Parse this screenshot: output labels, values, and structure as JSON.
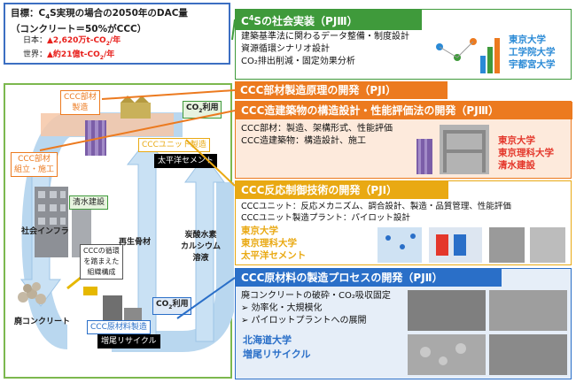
{
  "goal": {
    "line1": "目標：C",
    "line1_sub": "4",
    "line1_rest": "S実現の場合の2050年のDAC量",
    "line2": "（コンクリート＝50%がCCC）",
    "japan_label": "日本：",
    "japan_value": "▲2,620万t-CO",
    "japan_sub": "2",
    "japan_unit": "/年",
    "world_label": "世界：",
    "world_value": "▲約21億t-CO",
    "world_sub": "2",
    "world_unit": "/年"
  },
  "cycle": {
    "ccc_member": "CCC部材\n製造",
    "ccc_assembly": "CCC部材\n組立・施工",
    "co2_use_top": "CO",
    "co2_use_top_sub": "2",
    "co2_use_top_rest": "利用",
    "ccc_unit": "CCCユニット製造",
    "taiheiyo": "太平洋セメント",
    "shimizu": "清水建設",
    "infra": "社会インフラ",
    "recycle_note": "CCCの循環\nを踏まえた\n組織構成",
    "recycled_aggregate": "再生骨材",
    "bicarb": "炭酸水素\nカルシウム\n溶液",
    "waste": "廃コンクリート",
    "co2_use_bottom": "CO",
    "co2_use_bottom_sub": "2",
    "co2_use_bottom_rest": "利用",
    "raw_material": "CCC原材料製造",
    "masuo": "増尾リサイクル"
  },
  "panels": [
    {
      "title": "C",
      "title_sup": "4",
      "title_rest": "Sの社会実装（PJⅢ）",
      "lines": [
        "建築基準法に関わるデータ整備・制度設計",
        "資源循環シナリオ設計",
        "CO₂排出削減・固定効果分析"
      ],
      "unis": [
        "東京大学",
        "工学院大学",
        "宇都宮大学"
      ],
      "color": "#3f9a3b",
      "uni_color": "#2a8ad6"
    },
    {
      "title": "CCC部材製造原理の開発（PJⅠ）",
      "color": "#ec7a1f"
    },
    {
      "title": "CCC造建築物の構造設計・性能評価法の開発（PJⅢ）",
      "lines": [
        "CCC部材：製造、架構形式、性能評価",
        "CCC造建築物：構造設計、施工"
      ],
      "unis": [
        "東京大学",
        "東京理科大学",
        "清水建設"
      ],
      "color": "#ec7a1f",
      "uni_color": "#e4372b"
    },
    {
      "title": "CCC反応制御技術の開発（PJⅠ）",
      "lines": [
        "CCCユニット：反応メカニズム、調合設計、製造・品質管理、性能評価",
        "CCCユニット製造プラント：パイロット設計"
      ],
      "unis": [
        "東京大学",
        "東京理科大学",
        "太平洋セメント"
      ],
      "color": "#e9a913",
      "uni_color": "#e9a913"
    },
    {
      "title": "CCC原材料の製造プロセスの開発（PJⅡ）",
      "lines": [
        "廃コンクリートの破砕・CO₂吸収固定",
        "➢ 効率化・大規模化",
        "➢ パイロットプラントへの展開"
      ],
      "unis": [
        "北海道大学",
        "増尾リサイクル"
      ],
      "color": "#2a6fc8",
      "uni_color": "#2a6fc8"
    }
  ]
}
